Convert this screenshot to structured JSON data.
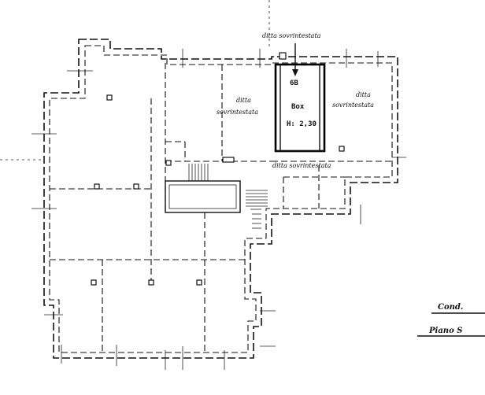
{
  "labels": {
    "ditta_top": "ditta  sovrintestata",
    "ditta_center_line1": "ditta",
    "ditta_center_line2": "sovrintestata",
    "ditta_right_line1": "ditta",
    "ditta_right_line2": "sovrintestata",
    "ditta_bottom": "ditta  sovrintestata",
    "box_number": "6B",
    "box_label": "Box",
    "box_height": "H: 2,30",
    "legend_line1": "Cond.",
    "legend_line2": "Piano  S"
  }
}
